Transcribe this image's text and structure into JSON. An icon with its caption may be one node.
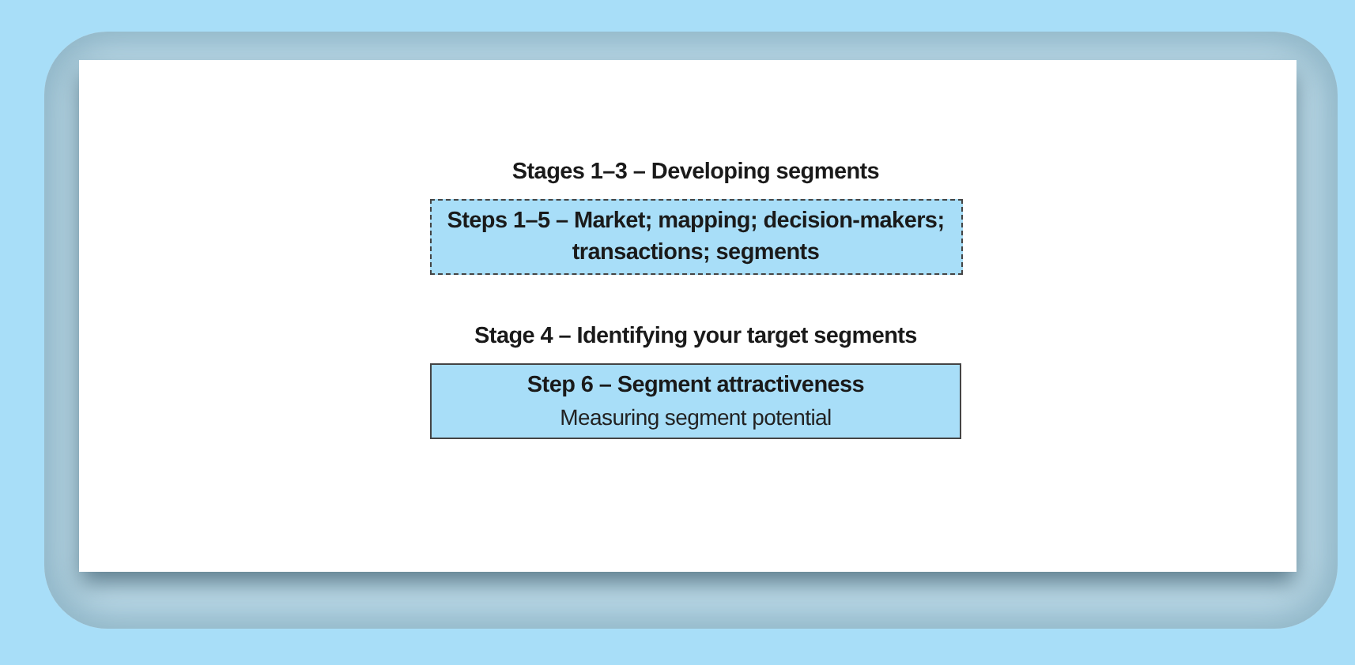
{
  "diagram": {
    "nodes": [
      {
        "text": [
          "Stages 1–3 – Developing segments",
          "Steps 1–5 – Market; mapping; decision-makers; transactions; segments"
        ]
      },
      {
        "text": [
          "Stage 4 – Identifying your target segments",
          "Step 6 – Segment attractiveness",
          "Measuring segment potential"
        ]
      }
    ]
  }
}
